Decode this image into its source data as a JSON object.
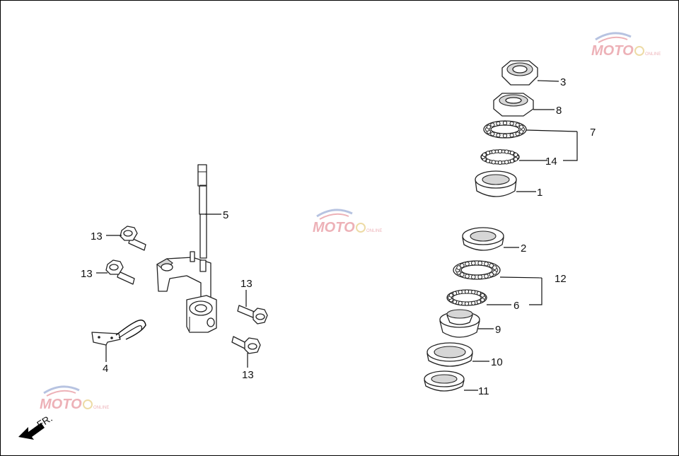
{
  "callouts": {
    "c1": "1",
    "c2": "2",
    "c3": "3",
    "c4": "4",
    "c5": "5",
    "c6": "6",
    "c7": "7",
    "c8": "8",
    "c9": "9",
    "c10": "10",
    "c11": "11",
    "c12": "12",
    "c13a": "13",
    "c13b": "13",
    "c13c": "13",
    "c13d": "13",
    "c14": "14"
  },
  "front_arrow": {
    "label": "FR."
  },
  "watermark": {
    "text": "MOTO",
    "color": "#cc2233",
    "accent": "#3355aa"
  }
}
